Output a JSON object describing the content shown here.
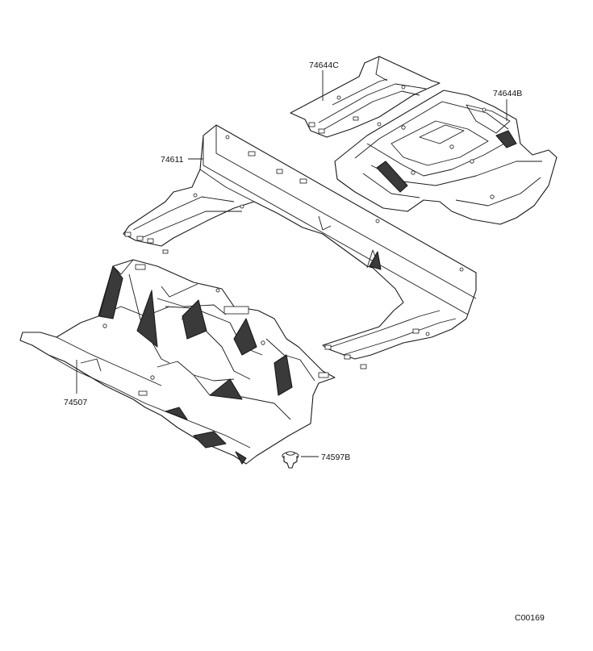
{
  "parts": [
    {
      "key": "rear_floor_left",
      "label": "74644C"
    },
    {
      "key": "rear_floor_right",
      "label": "74644B"
    },
    {
      "key": "middle_floor",
      "label": "74611"
    },
    {
      "key": "front_floor",
      "label": "74507"
    },
    {
      "key": "clip",
      "label": "74597B"
    }
  ],
  "diagram_code": "C00169"
}
